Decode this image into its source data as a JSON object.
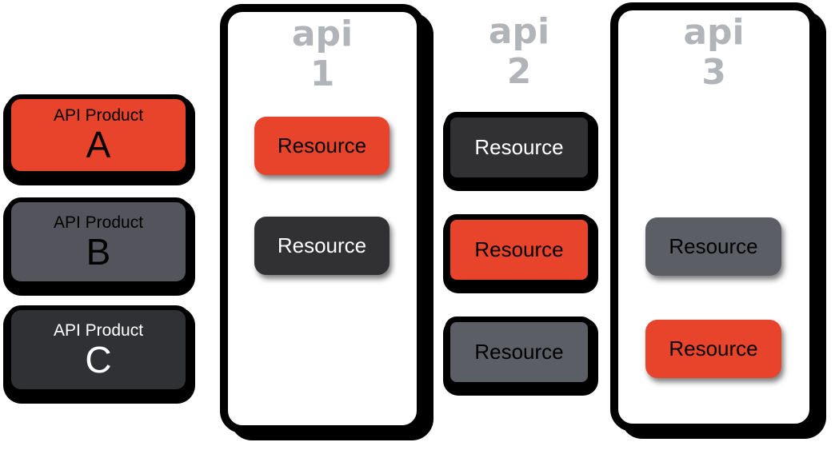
{
  "colors": {
    "background": "#FFFFFF",
    "outline_black": "#000000",
    "orange": "#E8432B",
    "charcoal": "#313134",
    "slate_product": "#54555C",
    "slate_resource": "#5C5E66",
    "api_label_gray": "#B1B4B9"
  },
  "products": [
    {
      "title": "API Product",
      "letter": "A",
      "color": "#E8432B",
      "text_color": "#000000"
    },
    {
      "title": "API Product",
      "letter": "B",
      "color": "#54555C",
      "text_color": "#000000"
    },
    {
      "title": "API Product",
      "letter": "C",
      "color": "#303134",
      "text_color": "#FFFFFF"
    }
  ],
  "apis": [
    {
      "label": "api",
      "number": "1",
      "has_container": true,
      "resources": [
        {
          "label": "Resource",
          "color": "#E8432B",
          "text_color": "#000000",
          "outline": "soft-shadow"
        },
        {
          "label": "Resource",
          "color": "#313134",
          "text_color": "#FFFFFF",
          "outline": "soft-shadow"
        }
      ]
    },
    {
      "label": "api",
      "number": "2",
      "has_container": false,
      "resources": [
        {
          "label": "Resource",
          "color": "#313134",
          "text_color": "#FFFFFF",
          "outline": "black-border"
        },
        {
          "label": "Resource",
          "color": "#E8432B",
          "text_color": "#000000",
          "outline": "black-border"
        },
        {
          "label": "Resource",
          "color": "#5C5E66",
          "text_color": "#000000",
          "outline": "black-border"
        }
      ]
    },
    {
      "label": "api",
      "number": "3",
      "has_container": true,
      "resources": [
        {
          "label": "Resource",
          "color": "#5C5E66",
          "text_color": "#000000",
          "outline": "soft-shadow"
        },
        {
          "label": "Resource",
          "color": "#E8432B",
          "text_color": "#000000",
          "outline": "soft-shadow"
        }
      ]
    }
  ]
}
